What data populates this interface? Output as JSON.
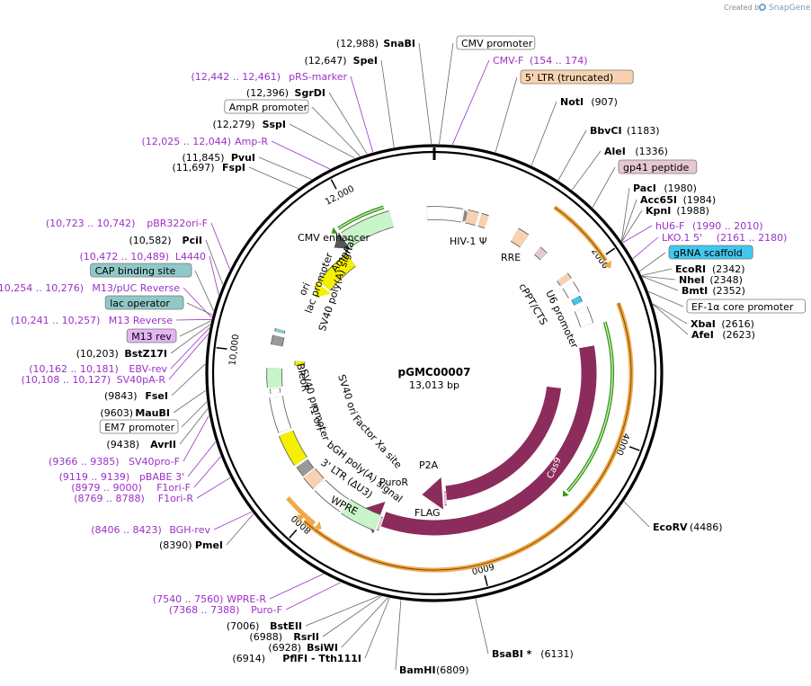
{
  "header": {
    "credit": "Created by",
    "brand": "SnapGene",
    "logo_icon": "snapgene-logo-icon"
  },
  "plasmid": {
    "name": "pGMC00007",
    "length": 13013,
    "length_label": "13,013 bp"
  },
  "colors": {
    "backbone": "#000000",
    "cas9": "#8c2c5c",
    "orange_arc": "#f0a848",
    "green_arc": "#3a9a1a",
    "primer": "#9b30c8",
    "ori": "#f5f000",
    "resistance": "#c8f5c8",
    "promoter": "#ffffff",
    "ltr": "#f8d2b0",
    "gp41": "#e6c8d2",
    "grna": "#40c8f0",
    "cap": "#90c8c8",
    "m13": "#e4b4f4"
  },
  "ticks": [
    {
      "label": "2000",
      "pos": 2000
    },
    {
      "label": "4000",
      "pos": 4000
    },
    {
      "label": "6000",
      "pos": 6000
    },
    {
      "label": "8000",
      "pos": 8000
    },
    {
      "label": "10,000",
      "pos": 10000
    },
    {
      "label": "12,000",
      "pos": 12000
    }
  ],
  "labels": [
    {
      "kind": "site",
      "pos": 12988,
      "name": "SnaBI",
      "coord": "(12,988)"
    },
    {
      "kind": "site",
      "pos": 12647,
      "name": "SpeI",
      "coord": "(12,647)"
    },
    {
      "kind": "primer",
      "pos": 12452,
      "name": "pRS-marker",
      "coord": "(12,442 .. 12,461)"
    },
    {
      "kind": "site",
      "pos": 12396,
      "name": "SgrDI",
      "coord": "(12,396)"
    },
    {
      "kind": "boxed",
      "pos": 12330,
      "name": "AmpR promoter",
      "coord": ""
    },
    {
      "kind": "site",
      "pos": 12279,
      "name": "SspI",
      "coord": "(12,279)"
    },
    {
      "kind": "primer",
      "pos": 12034,
      "name": "Amp-R",
      "coord": "(12,025 .. 12,044)"
    },
    {
      "kind": "site",
      "pos": 11845,
      "name": "PvuI",
      "coord": "(11,845)"
    },
    {
      "kind": "site",
      "pos": 11697,
      "name": "FspI",
      "coord": "(11,697)"
    },
    {
      "kind": "primer",
      "pos": 10732,
      "name": "pBR322ori-F",
      "coord": "(10,723 .. 10,742)"
    },
    {
      "kind": "site",
      "pos": 10582,
      "name": "PciI",
      "coord": "(10,582)"
    },
    {
      "kind": "primer",
      "pos": 10480,
      "name": "L4440",
      "coord": "(10,472 .. 10,489)"
    },
    {
      "kind": "boxed",
      "pos": 10330,
      "name": "CAP binding site",
      "coord": ""
    },
    {
      "kind": "primer",
      "pos": 10265,
      "name": "M13/pUC Reverse",
      "coord": "(10,254 .. 10,276)"
    },
    {
      "kind": "boxed",
      "pos": 10290,
      "name": "lac operator",
      "coord": ""
    },
    {
      "kind": "primer",
      "pos": 10249,
      "name": "M13 Reverse",
      "coord": "(10,241 .. 10,257)"
    },
    {
      "kind": "boxed",
      "pos": 10236,
      "name": "M13 rev",
      "coord": ""
    },
    {
      "kind": "site",
      "pos": 10203,
      "name": "BstZ17I",
      "coord": "(10,203)"
    },
    {
      "kind": "primer",
      "pos": 10171,
      "name": "EBV-rev",
      "coord": "(10,162 .. 10,181)"
    },
    {
      "kind": "primer",
      "pos": 10117,
      "name": "SV40pA-R",
      "coord": "(10,108 .. 10,127)"
    },
    {
      "kind": "site",
      "pos": 9843,
      "name": "FseI",
      "coord": "(9843)"
    },
    {
      "kind": "site",
      "pos": 9603,
      "name": "MauBI",
      "coord": "(9603)"
    },
    {
      "kind": "boxed",
      "pos": 9500,
      "name": "EM7 promoter",
      "coord": ""
    },
    {
      "kind": "site",
      "pos": 9438,
      "name": "AvrII",
      "coord": "(9438)"
    },
    {
      "kind": "primer",
      "pos": 9375,
      "name": "SV40pro-F",
      "coord": "(9366 .. 9385)"
    },
    {
      "kind": "primer",
      "pos": 9129,
      "name": "pBABE 3'",
      "coord": "(9119 .. 9139)"
    },
    {
      "kind": "primer",
      "pos": 8989,
      "name": "F1ori-F",
      "coord": "(8979 .. 9000)"
    },
    {
      "kind": "primer",
      "pos": 8778,
      "name": "F1ori-R",
      "coord": "(8769 .. 8788)"
    },
    {
      "kind": "primer",
      "pos": 8414,
      "name": "BGH-rev",
      "coord": "(8406 .. 8423)"
    },
    {
      "kind": "site",
      "pos": 8390,
      "name": "PmeI",
      "coord": "(8390)"
    },
    {
      "kind": "primer",
      "pos": 7550,
      "name": "WPRE-R",
      "coord": "(7540 .. 7560)"
    },
    {
      "kind": "primer",
      "pos": 7378,
      "name": "Puro-F",
      "coord": "(7368 .. 7388)"
    },
    {
      "kind": "site",
      "pos": 7006,
      "name": "BstEII",
      "coord": "(7006)"
    },
    {
      "kind": "site",
      "pos": 6988,
      "name": "RsrII",
      "coord": "(6988)"
    },
    {
      "kind": "site",
      "pos": 6928,
      "name": "BsiWI",
      "coord": "(6928)"
    },
    {
      "kind": "site",
      "pos": 6914,
      "name": "PflFI - Tth111I",
      "coord": "(6914)"
    },
    {
      "kind": "site",
      "pos": 6809,
      "name": "BamHI",
      "coord": "(6809)"
    },
    {
      "kind": "site",
      "pos": 6131,
      "name": "BsaBI *",
      "coord": "(6131)"
    },
    {
      "kind": "site",
      "pos": 4486,
      "name": "EcoRV",
      "coord": "(4486)"
    },
    {
      "kind": "boxed",
      "pos": 45,
      "name": "CMV promoter",
      "coord": ""
    },
    {
      "kind": "primer",
      "pos": 164,
      "name": "CMV-F",
      "coord": "(154 .. 174)"
    },
    {
      "kind": "boxed",
      "pos": 560,
      "name": "5' LTR (truncated)",
      "coord": ""
    },
    {
      "kind": "site",
      "pos": 907,
      "name": "NotI",
      "coord": "(907)"
    },
    {
      "kind": "site",
      "pos": 1183,
      "name": "BbvCI",
      "coord": "(1183)"
    },
    {
      "kind": "site",
      "pos": 1336,
      "name": "AleI",
      "coord": "(1336)"
    },
    {
      "kind": "boxed",
      "pos": 1580,
      "name": "gp41 peptide",
      "coord": ""
    },
    {
      "kind": "site",
      "pos": 1980,
      "name": "PacI",
      "coord": "(1980)"
    },
    {
      "kind": "site",
      "pos": 1984,
      "name": "Acc65I",
      "coord": "(1984)"
    },
    {
      "kind": "site",
      "pos": 1988,
      "name": "KpnI",
      "coord": "(1988)"
    },
    {
      "kind": "primer",
      "pos": 2000,
      "name": "hU6-F",
      "coord": "(1990 .. 2010)"
    },
    {
      "kind": "primer",
      "pos": 2170,
      "name": "LKO.1 5'",
      "coord": "(2161 .. 2180)"
    },
    {
      "kind": "boxed",
      "pos": 2300,
      "name": "gRNA scaffold",
      "coord": ""
    },
    {
      "kind": "site",
      "pos": 2342,
      "name": "EcoRI",
      "coord": "(2342)"
    },
    {
      "kind": "site",
      "pos": 2348,
      "name": "NheI",
      "coord": "(2348)"
    },
    {
      "kind": "site",
      "pos": 2352,
      "name": "BmtI",
      "coord": "(2352)"
    },
    {
      "kind": "boxed",
      "pos": 2500,
      "name": "EF-1α core promoter",
      "coord": ""
    },
    {
      "kind": "site",
      "pos": 2616,
      "name": "XbaI",
      "coord": "(2616)"
    },
    {
      "kind": "site",
      "pos": 2623,
      "name": "AfeI",
      "coord": "(2623)"
    }
  ],
  "inner_labels": [
    {
      "text": "CMV enhancer"
    },
    {
      "text": "HIV-1 Ψ"
    },
    {
      "text": "RRE"
    },
    {
      "text": "cPPT/CTS"
    },
    {
      "text": "U6 promoter"
    },
    {
      "text": "AmpR"
    },
    {
      "text": "ori"
    },
    {
      "text": "lac promoter"
    },
    {
      "text": "SV40 poly(A) signal"
    },
    {
      "text": "SV40 ori"
    },
    {
      "text": "BleoR"
    },
    {
      "text": "SV40 promoter"
    },
    {
      "text": "f1 ori"
    },
    {
      "text": "Factor Xa site"
    },
    {
      "text": "bGH poly(A) signal"
    },
    {
      "text": "3' LTR (ΔU3)"
    },
    {
      "text": "WPRE"
    },
    {
      "text": "PuroR"
    },
    {
      "text": "P2A"
    },
    {
      "text": "FLAG"
    },
    {
      "text": "Cas9"
    },
    {
      "text": "Cas9"
    }
  ]
}
